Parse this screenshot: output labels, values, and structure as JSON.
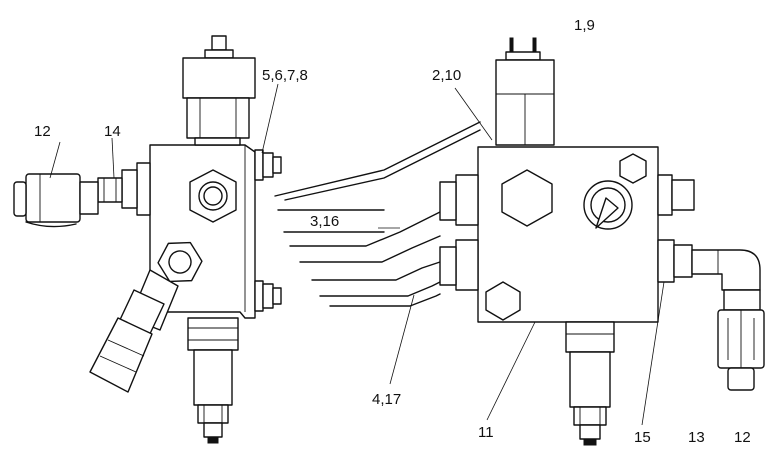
{
  "labels": {
    "l_1_9": "1,9",
    "l_5_6_7_8": "5,6,7,8",
    "l_2_10": "2,10",
    "l_12_left": "12",
    "l_14": "14",
    "l_3_16": "3,16",
    "l_4_17": "4,17",
    "l_11": "11",
    "l_15": "15",
    "l_13": "13",
    "l_12_right": "12"
  },
  "colors": {
    "line": "#111111",
    "background": "#ffffff"
  }
}
